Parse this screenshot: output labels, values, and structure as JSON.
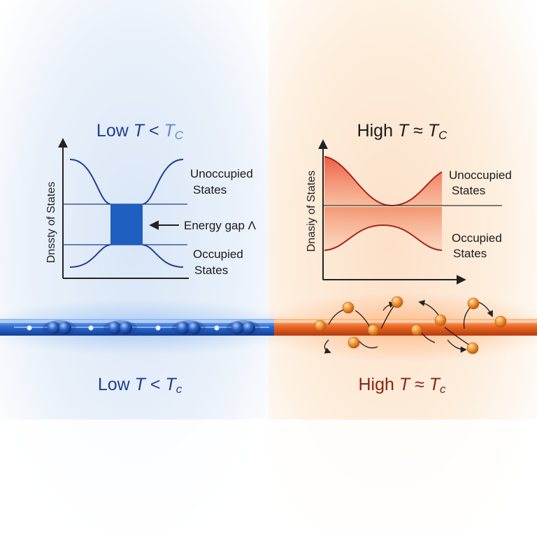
{
  "left_panel": {
    "title_prefix": "Low ",
    "title_var": "T",
    "title_rel": " < ",
    "title_tc": "T",
    "title_tc_sub": "C",
    "y_axis_label": "Dnssty of States",
    "upper_label_1": "Unoccupied",
    "upper_label_2": "States",
    "gap_label": "Energy gap Λ",
    "lower_label_1": "Occupied",
    "lower_label_2": "States",
    "bottom_prefix": "Low ",
    "bottom_var": "T",
    "bottom_rel": " < ",
    "bottom_tc": "T",
    "bottom_tc_sub": "c"
  },
  "right_panel": {
    "title_prefix": "High ",
    "title_var": "T",
    "title_rel": " ≈ ",
    "title_tc": "T",
    "title_tc_sub": "C",
    "y_axis_label": "Dnasiy of States",
    "upper_label_1": "Unoccupied",
    "upper_label_2": "States",
    "lower_label_1": "Occupied",
    "lower_label_2": "States",
    "bottom_prefix": "High ",
    "bottom_var": "T",
    "bottom_rel": " ≈ ",
    "bottom_tc": "T",
    "bottom_tc_sub": "c"
  },
  "colors": {
    "left_accent": "#1f3f8f",
    "left_gap_fill": "#1e5fc0",
    "right_accent": "#c0301a",
    "right_wire": "#e8652a",
    "left_wire": "#3f7fd8"
  },
  "icons": {
    "cooper_pair": "cooper-pair-icon",
    "electron": "electron-icon",
    "scatter_arrow": "curved-arrow-icon"
  }
}
